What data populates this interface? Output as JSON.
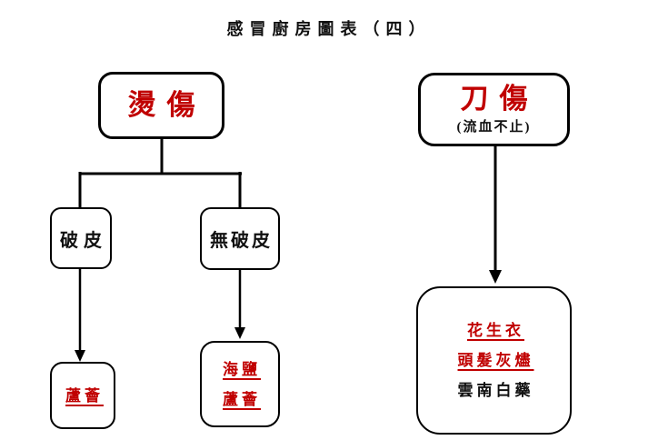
{
  "title": "感冒廚房圖表（四）",
  "colors": {
    "accent_red": "#C00000",
    "line_black": "#000000",
    "background": "#ffffff"
  },
  "left_tree": {
    "root_label": "燙傷",
    "branches": [
      {
        "label": "破皮",
        "remedies": [
          {
            "text": "蘆薈",
            "underlined": true,
            "color": "red"
          }
        ]
      },
      {
        "label": "無破皮",
        "remedies": [
          {
            "text": "海鹽",
            "underlined": true,
            "color": "red"
          },
          {
            "text": "蘆薈",
            "underlined": true,
            "color": "red"
          }
        ]
      }
    ]
  },
  "right_tree": {
    "root_label": "刀傷",
    "root_subtitle": "(流血不止)",
    "remedies": [
      {
        "text": "花生衣",
        "underlined": true,
        "color": "red"
      },
      {
        "text": "頭髮灰燼",
        "underlined": true,
        "color": "red"
      },
      {
        "text": "雲南白藥",
        "underlined": false,
        "color": "black"
      }
    ]
  }
}
